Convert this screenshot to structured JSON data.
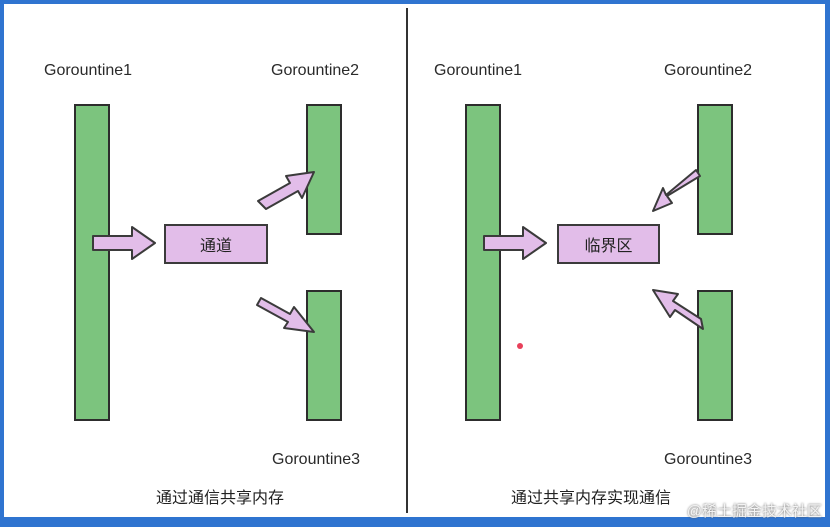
{
  "colors": {
    "background_border": "#2f74d0",
    "bar_fill": "#7cc47e",
    "box_fill": "#e2bde9",
    "arrow_fill": "#e2bde9"
  },
  "left_panel": {
    "goroutine1": "Gorountine1",
    "goroutine2": "Gorountine2",
    "goroutine3": "Gorountine3",
    "center_box": "通道",
    "caption": "通过通信共享内存"
  },
  "right_panel": {
    "goroutine1": "Gorountine1",
    "goroutine2": "Gorountine2",
    "goroutine3": "Gorountine3",
    "center_box": "临界区",
    "caption": "通过共享内存实现通信"
  },
  "watermark": "@稀土掘金技术社区"
}
